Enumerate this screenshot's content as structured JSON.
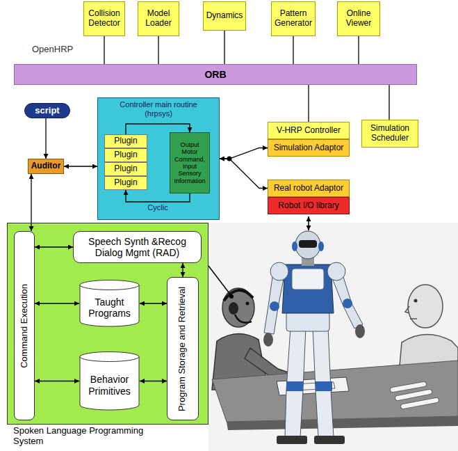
{
  "diagram": {
    "nodes": [
      {
        "text": [
          "Collision Detector"
        ]
      },
      {
        "text": [
          "Model Loader"
        ]
      },
      {
        "text": [
          "Dynamics"
        ]
      },
      {
        "text": [
          "Pattern Generator"
        ]
      },
      {
        "text": [
          "Online Viewer"
        ]
      },
      {
        "text": [
          "ORB"
        ]
      },
      {
        "text": [
          "script"
        ]
      },
      {
        "text": [
          "Controller main routine (hrpsys)"
        ]
      },
      {
        "text": [
          "Plugin"
        ],
        "in": 7
      },
      {
        "text": [
          "Plugin"
        ],
        "in": 7
      },
      {
        "text": [
          "Plugin"
        ],
        "in": 7
      },
      {
        "text": [
          "Plugin"
        ],
        "in": 7
      },
      {
        "text": [
          "Output Motor Command, Input Sensory Information"
        ],
        "in": 7
      },
      {
        "text": [
          "V-HRP Controller"
        ]
      },
      {
        "text": [
          "Simulation Scheduler"
        ]
      },
      {
        "text": [
          "Auditor"
        ]
      },
      {
        "text": [
          "Simulation Adaptor"
        ]
      },
      {
        "text": [
          "Real robot Adaptor"
        ]
      },
      {
        "text": [
          "Robot I/O library"
        ]
      },
      {
        "text": [
          "Spoken Language Programming System"
        ]
      },
      {
        "text": [
          "Command Execution"
        ],
        "in": 19
      },
      {
        "text": [
          "Speech Synth &Recog Dialog Mgmt (RAD)"
        ],
        "in": 19
      },
      {
        "text": [
          "Taught Programs"
        ],
        "in": 19
      },
      {
        "text": [
          "Program Storage and Retrieval"
        ],
        "in": 19
      },
      {
        "text": [
          "Behavior Primitives"
        ],
        "in": 19
      }
    ],
    "edges": [
      {
        "from": 0,
        "to": 5,
        "arrow": "none"
      },
      {
        "from": 1,
        "to": 5,
        "arrow": "none"
      },
      {
        "from": 2,
        "to": 5,
        "arrow": "none"
      },
      {
        "from": 3,
        "to": 5,
        "arrow": "none"
      },
      {
        "from": 4,
        "to": 5,
        "arrow": "none"
      },
      {
        "from": 13,
        "to": 5,
        "arrow": "none"
      },
      {
        "from": 14,
        "to": 5,
        "arrow": "none"
      },
      {
        "from": 6,
        "to": 15,
        "arrow": "to"
      },
      {
        "from": 15,
        "to": 7,
        "arrow": "both"
      },
      {
        "from": 7,
        "to": 16,
        "arrow": "both"
      },
      {
        "from": 7,
        "to": 17,
        "arrow": "both"
      },
      {
        "from": 8,
        "to": 12,
        "arrow": "to"
      },
      {
        "from": 12,
        "to": 11,
        "label": "Cyclic",
        "arrow": "to"
      },
      {
        "from": 15,
        "to": 20,
        "arrow": "both"
      },
      {
        "from": 20,
        "to": 21,
        "arrow": "both"
      },
      {
        "from": 20,
        "to": 22,
        "arrow": "both"
      },
      {
        "from": 20,
        "to": 24,
        "arrow": "both"
      },
      {
        "from": 22,
        "to": 23,
        "arrow": "both"
      },
      {
        "from": 24,
        "to": 23,
        "arrow": "both"
      },
      {
        "from": 21,
        "to": 23,
        "arrow": "both"
      }
    ],
    "labels": [
      "OpenHRP"
    ]
  }
}
